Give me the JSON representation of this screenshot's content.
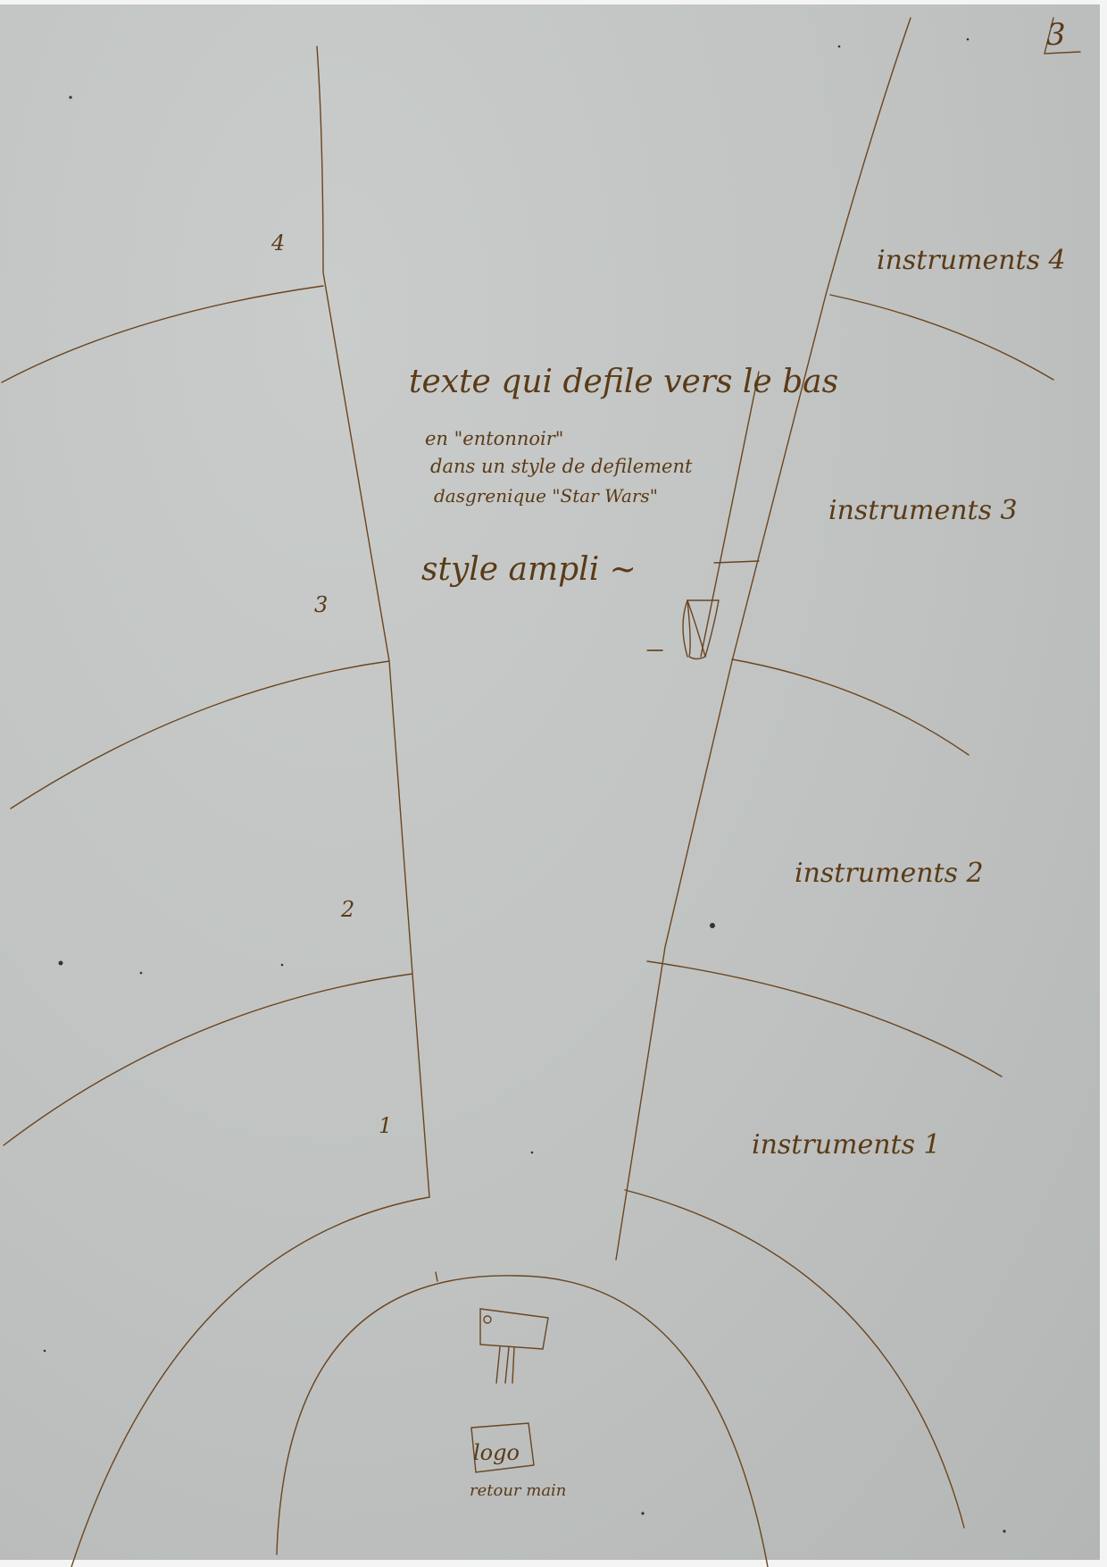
{
  "sketch": {
    "page_number": "3",
    "main_text": "texte qui defile vers le bas",
    "sub_text_line1": "en \"entonnoir\"",
    "sub_text_line2": "dans un style de defilement",
    "sub_text_line3": "dasgrenique \"Star Wars\"",
    "style_note": "style ampli ~",
    "instruments": [
      "instruments 4",
      "instruments 3",
      "instruments 2",
      "instruments 1"
    ],
    "left_numbers": [
      "4",
      "3",
      "2",
      "1"
    ],
    "logo_label": "logo",
    "return_label": "retour main"
  },
  "colors": {
    "paper": "#bfc2c1",
    "ink": "#5b3a16"
  },
  "icons": {
    "amplifier": "amp-sketch-icon",
    "scroll_arrow": "down-arrow-icon",
    "logo": "logo-flag-icon"
  }
}
